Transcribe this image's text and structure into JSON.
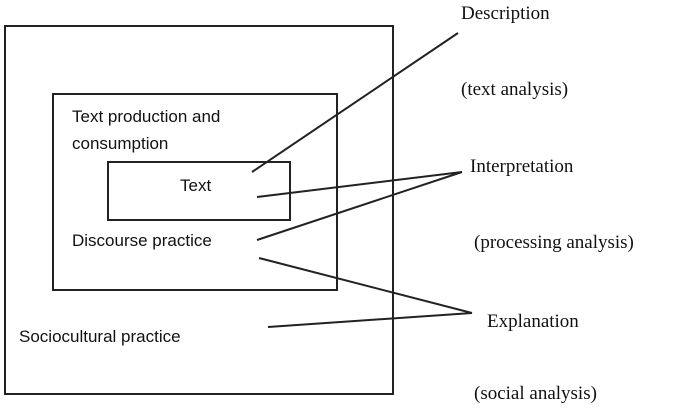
{
  "diagram": {
    "boxes": {
      "sociocultural_label": "Sociocultural practice",
      "production_label_line1": "Text production and",
      "production_label_line2": "consumption",
      "discourse_label": "Discourse practice",
      "text_label": "Text"
    },
    "dimensions": [
      {
        "name": "Description",
        "detail": "(text analysis)"
      },
      {
        "name": "Interpretation",
        "detail": "(processing analysis)"
      },
      {
        "name": "Explanation",
        "detail": "(social analysis)"
      }
    ]
  }
}
